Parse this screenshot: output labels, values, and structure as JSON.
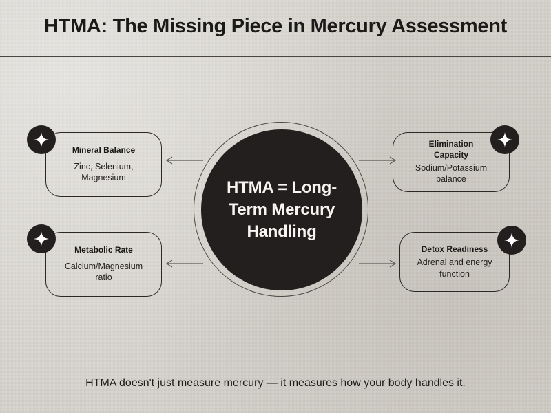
{
  "header": {
    "title": "HTMA: The Missing Piece in Mercury Assessment"
  },
  "hub": {
    "label": "HTMA = Long-Term Mercury Handling",
    "core_color": "#231f1e",
    "text_color": "#f7f5f2"
  },
  "cards": [
    {
      "id": "mineral-balance",
      "title": "Mineral Balance",
      "description": "Zinc, Selenium, Magnesium",
      "badge_icon": "sparkle-star-icon",
      "side": "left"
    },
    {
      "id": "metabolic-rate",
      "title": "Metabolic Rate",
      "description": "Calcium/Magnesium ratio",
      "badge_icon": "sparkle-star-icon",
      "side": "left"
    },
    {
      "id": "elimination-capacity",
      "title": "Elimination Capacity",
      "description": "Sodium/Potassium balance",
      "badge_icon": "sparkle-star-icon",
      "side": "right"
    },
    {
      "id": "detox-readiness",
      "title": "Detox Readiness",
      "description": "Adrenal and energy function",
      "badge_icon": "sparkle-star-icon",
      "side": "right"
    }
  ],
  "connectors": [
    {
      "id": "hub-to-mineral-balance",
      "direction": "left"
    },
    {
      "id": "hub-to-metabolic-rate",
      "direction": "left"
    },
    {
      "id": "hub-to-elimination-capacity",
      "direction": "right"
    },
    {
      "id": "hub-to-detox-readiness",
      "direction": "right"
    }
  ],
  "footer": {
    "text": "HTMA doesn't just measure mercury — it measures how your body handles it."
  },
  "theme": {
    "background": "#d6d3cd",
    "ink": "#231f1e",
    "rule": "#4a4742",
    "connector": "#5d5953"
  }
}
